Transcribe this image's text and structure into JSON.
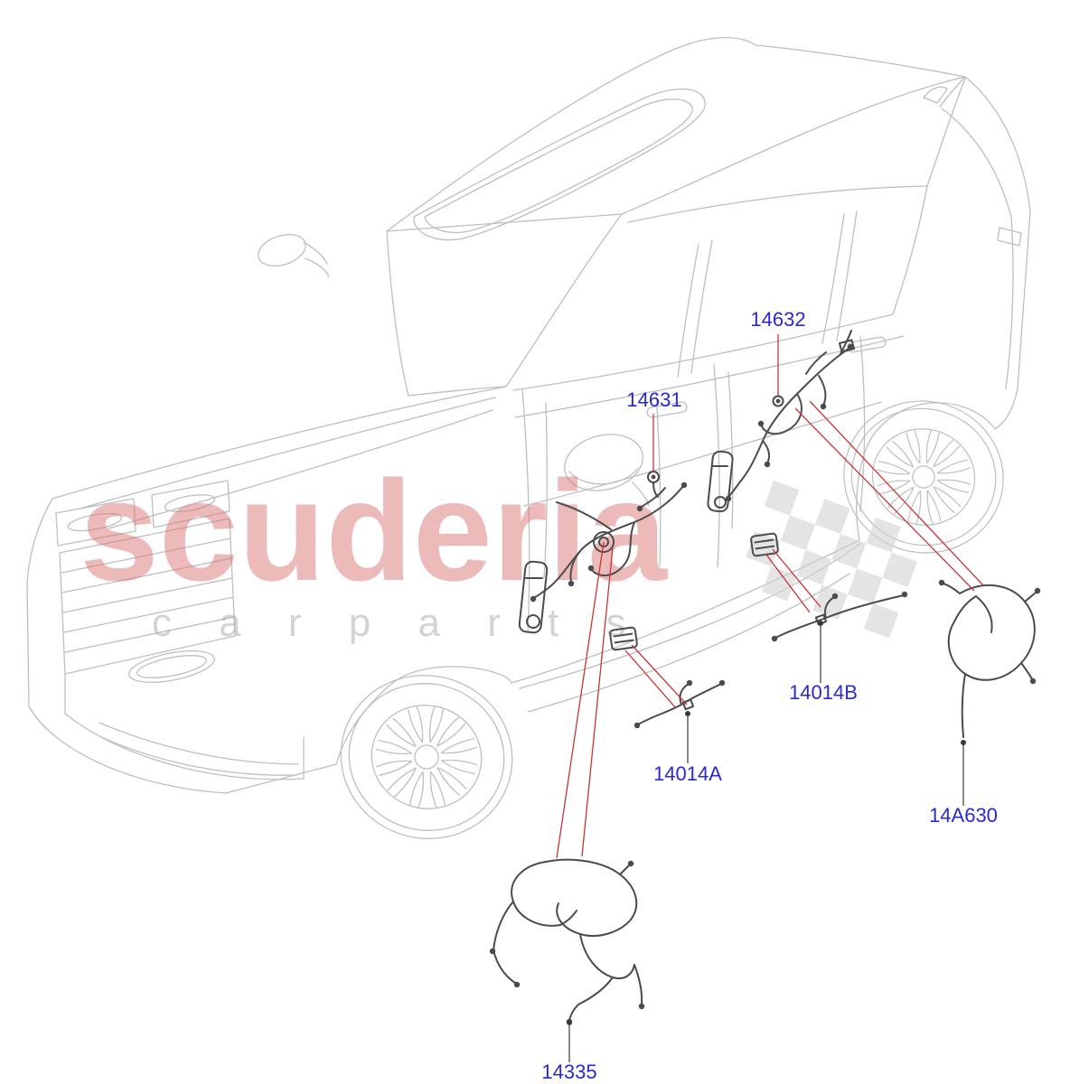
{
  "watermark": {
    "title": "scuderia",
    "subtitle": "c a r p a r t s"
  },
  "labels": {
    "l14631": "14631",
    "l14632": "14632",
    "l14014a": "14014A",
    "l14014b": "14014B",
    "l14a630": "14A630",
    "l14335": "14335"
  },
  "colors": {
    "label_text": "#2929cf",
    "leader_red": "#c93434",
    "body_line": "#bcbfc1",
    "harness_line": "#4b4b4b",
    "watermark_red": "#dd7777",
    "watermark_gray": "#a8a8a8",
    "checker_gray": "#d2d2d2"
  }
}
